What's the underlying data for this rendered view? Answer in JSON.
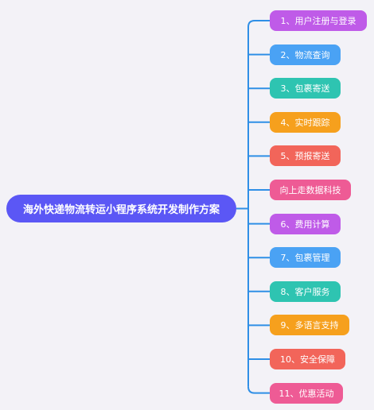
{
  "root": {
    "label": "海外快递物流转运小程序系统开发制作方案",
    "color": "#5b57f5"
  },
  "connector_color": "#2f8fe6",
  "branches": [
    {
      "label": "1、用户注册与登录",
      "color": "#bf5be8"
    },
    {
      "label": "2、物流查询",
      "color": "#4aa2f4"
    },
    {
      "label": "3、包裹寄送",
      "color": "#2ec4b1"
    },
    {
      "label": "4、实时跟踪",
      "color": "#f6a01d"
    },
    {
      "label": "5、预报寄送",
      "color": "#f2655a"
    },
    {
      "label": "向上走数据科技",
      "color": "#ee5b95"
    },
    {
      "label": "6、费用计算",
      "color": "#bf5be8"
    },
    {
      "label": "7、包裹管理",
      "color": "#4aa2f4"
    },
    {
      "label": "8、客户服务",
      "color": "#2ec4b1"
    },
    {
      "label": "9、多语言支持",
      "color": "#f6a01d"
    },
    {
      "label": "10、安全保障",
      "color": "#f2655a"
    },
    {
      "label": "11、优惠活动",
      "color": "#ee5b95"
    }
  ]
}
